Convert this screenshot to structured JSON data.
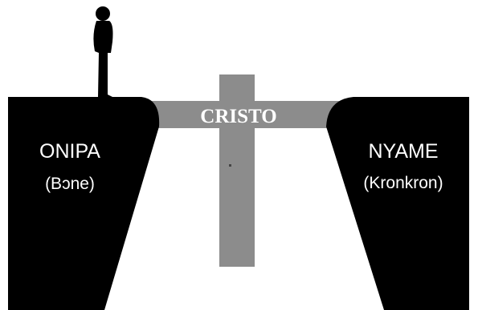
{
  "bridge": {
    "label": "CRISTO"
  },
  "left_cliff": {
    "title": "ONIPA",
    "subtitle": "(Bɔne)"
  },
  "right_cliff": {
    "title": "NYAME",
    "subtitle": "(Kronkron)"
  },
  "colors": {
    "cliff": "#000000",
    "cross": "#8c8c8c",
    "text": "#ffffff",
    "background": "#ffffff"
  }
}
